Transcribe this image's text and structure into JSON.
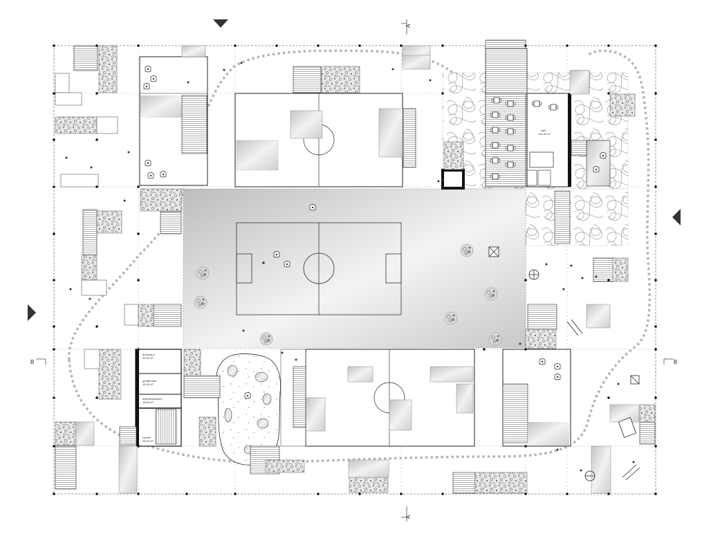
{
  "section_markers": {
    "a_top": "A",
    "a_bottom": "A",
    "b_left": "B",
    "b_right": "B"
  },
  "room_labels": {
    "cafe_label": "café",
    "cafe_area": "142,00 m²",
    "room_1_label": "ärztehaus",
    "room_1_area": "32,00 m²",
    "room_2_label": "gerätehaus",
    "room_2_area": "14,00 m²",
    "room_3_label": "aufenthaltsraum",
    "room_3_area": "18,00 m²",
    "room_4_label": "sanitär",
    "room_4_area": "48,00 m²"
  },
  "icons": {
    "north_arrow": "triangle-icon",
    "tree": "tree-cluster-icon",
    "seat": "lounge-chair-icon"
  },
  "colors": {
    "stroke": "#222222",
    "dashed": "#777777",
    "grey_fill": "#d6d6d6",
    "dark": "#333333"
  }
}
